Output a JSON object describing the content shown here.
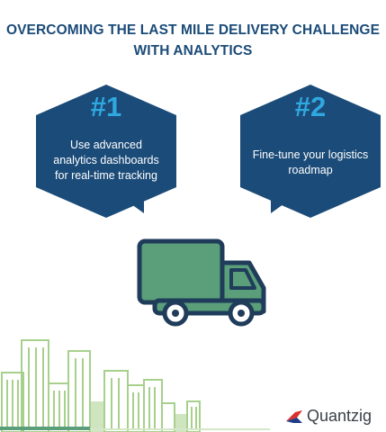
{
  "title": {
    "line1": "OVERCOMING THE LAST MILE DELIVERY CHALLENGE",
    "line2": "WITH ANALYTICS"
  },
  "steps": [
    {
      "number": "#1",
      "lines": [
        "Use advanced",
        "analytics dashboards",
        "for real-time tracking"
      ]
    },
    {
      "number": "#2",
      "lines": [
        "Fine-tune your logistics",
        "roadmap"
      ]
    }
  ],
  "brand": {
    "name": "Quantzig"
  },
  "colors": {
    "title": "#1b4b78",
    "hexagon": "#1b4b78",
    "number": "#2fa8df",
    "truck_body": "#5a9e7a",
    "truck_outline": "#1f3c5a",
    "city": "#a8d08d",
    "logo_red": "#d9302b",
    "logo_blue": "#1f3c88"
  },
  "icons": [
    "hexagon-badge-icon",
    "delivery-truck-icon",
    "city-skyline-icon",
    "quantzig-logo-icon"
  ]
}
